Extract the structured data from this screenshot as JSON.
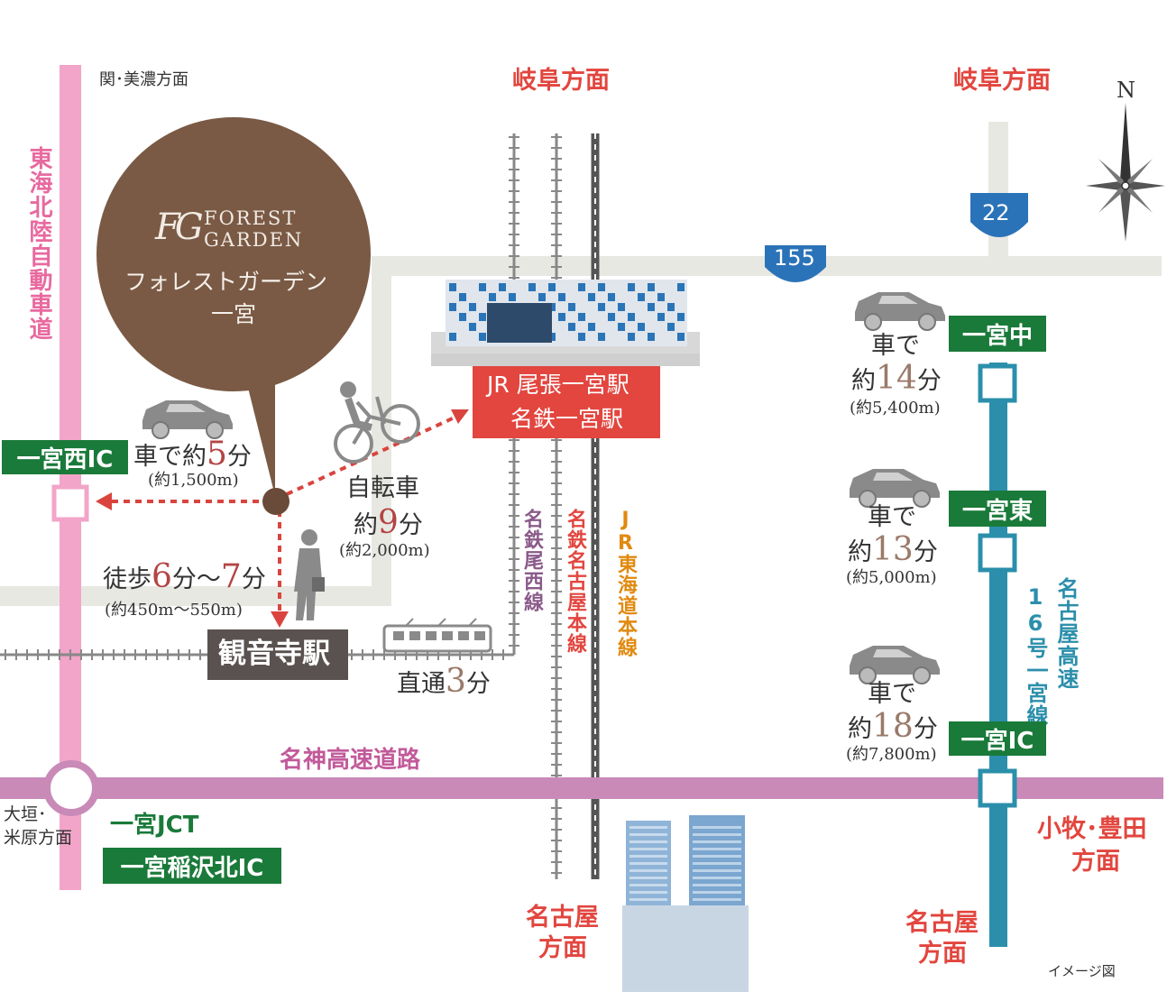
{
  "colors": {
    "pink_road": "#f2a5c8",
    "purple_road": "#c98ab8",
    "teal_road": "#2b8fab",
    "gray_road": "#e6e6e0",
    "green_sign": "#1a7a3a",
    "red_box": "#e2463f",
    "brown_bubble": "#7a5a45",
    "station_gray": "#5a5250"
  },
  "directions": {
    "seki_mino": "関･美濃方面",
    "gifu_center": "岐阜方面",
    "gifu_right": "岐阜方面",
    "ogaki_line1": "大垣･",
    "ogaki_line2": "米原方面",
    "nagoya_center_1": "名古屋",
    "nagoya_center_2": "方面",
    "nagoya_right_1": "名古屋",
    "nagoya_right_2": "方面",
    "komaki_1": "小牧･豊田",
    "komaki_2": "方面",
    "north": "N"
  },
  "roads": {
    "tokai_hokuriku": "東海北陸自動車道",
    "meishin": "名神高速道路",
    "nagoya_expressway_1": "名古屋高速",
    "nagoya_expressway_2": "16号一宮線",
    "route_155": "155",
    "route_22": "22"
  },
  "railways": {
    "meitetsu_bisai": "名鉄尾西線",
    "meitetsu_nagoya": "名鉄名古屋本線",
    "jr_tokaido_1": "JR",
    "jr_tokaido_2": "東海道本線"
  },
  "property": {
    "logo_mark": "FG",
    "logo_line1": "FOREST",
    "logo_line2": "GARDEN",
    "name_line1": "フォレストガーデン",
    "name_line2": "一宮"
  },
  "stations": {
    "main_line1": "JR 尾張一宮駅",
    "main_line2": "名鉄一宮駅",
    "kannonji": "観音寺駅"
  },
  "interchanges": {
    "ichinomiya_nishi": "一宮西IC",
    "ichinomiya_naka": "一宮中",
    "ichinomiya_higashi": "一宮東",
    "ichinomiya_ic": "一宮IC",
    "ichinomiya_jct": "一宮JCT",
    "inazawa_kita": "一宮稲沢北IC"
  },
  "access": {
    "car_west_prefix": "車で約",
    "car_west_num": "5",
    "car_west_unit": "分",
    "car_west_dist": "(約1,500m)",
    "bike_label": "自転車",
    "bike_prefix": "約",
    "bike_num": "9",
    "bike_unit": "分",
    "bike_dist": "(約2,000m)",
    "walk_prefix": "徒歩",
    "walk_num1": "6",
    "walk_mid": "分～",
    "walk_num2": "7",
    "walk_unit": "分",
    "walk_dist": "(約450m～550m)",
    "train_prefix": "直通",
    "train_num": "3",
    "train_unit": "分",
    "car_naka_l1": "車で",
    "car_naka_prefix": "約",
    "car_naka_num": "14",
    "car_naka_unit": "分",
    "car_naka_dist": "(約5,400m)",
    "car_higashi_l1": "車で",
    "car_higashi_prefix": "約",
    "car_higashi_num": "13",
    "car_higashi_unit": "分",
    "car_higashi_dist": "(約5,000m)",
    "car_ic_l1": "車で",
    "car_ic_prefix": "約",
    "car_ic_num": "18",
    "car_ic_unit": "分",
    "car_ic_dist": "(約7,800m)"
  },
  "note": "イメージ図",
  "icons": [
    "car-icon",
    "bicycle-icon",
    "walking-person-icon",
    "train-icon",
    "compass-icon",
    "station-building-icon",
    "skyscraper-icon"
  ]
}
